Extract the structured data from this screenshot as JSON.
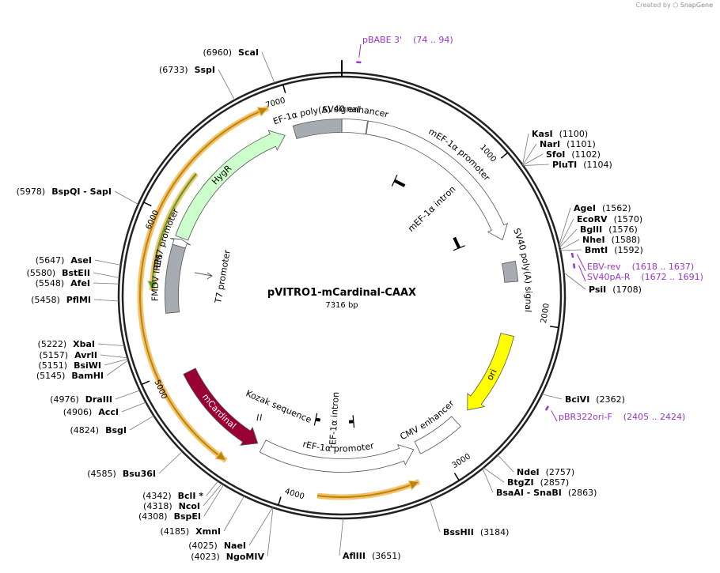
{
  "credit": {
    "prefix": "Created by",
    "brand": "SnapGene"
  },
  "title": "pVITRO1-mCardinal-CAAX",
  "length_label": "7316 bp",
  "total_bp": 7316,
  "ticks": [
    {
      "bp": 1000,
      "label": "1000"
    },
    {
      "bp": 2000,
      "label": "2000"
    },
    {
      "bp": 3000,
      "label": "3000"
    },
    {
      "bp": 4000,
      "label": "4000"
    },
    {
      "bp": 5000,
      "label": "5000"
    },
    {
      "bp": 6000,
      "label": "6000"
    },
    {
      "bp": 7000,
      "label": "7000"
    }
  ],
  "features": [
    {
      "name": "EF-1α poly(A) signal",
      "start": 6990,
      "end": 7316,
      "type": "polyA",
      "color": "#a7acb3",
      "strand": "none"
    },
    {
      "name": "SV40 enhancer",
      "start": 1,
      "end": 170,
      "type": "enhancer",
      "color": "#ffffff",
      "strand": "none"
    },
    {
      "name": "mEF-1α promoter",
      "start": 175,
      "end": 1440,
      "type": "promoter",
      "color": "#ffffff",
      "strand": "fwd"
    },
    {
      "name": "SV40 poly(A) signal",
      "start": 1600,
      "end": 1735,
      "type": "polyA",
      "color": "#a7acb3",
      "strand": "none"
    },
    {
      "name": "ori",
      "start": 2100,
      "end": 2690,
      "type": "ori",
      "color": "#ffff00",
      "strand": "fwd"
    },
    {
      "name": "CMV enhancer",
      "start": 2800,
      "end": 3120,
      "type": "enhancer",
      "color": "#ffffff",
      "strand": "none"
    },
    {
      "name": "rEF-1α promoter",
      "start": 3150,
      "end": 4220,
      "type": "promoter",
      "color": "#ffffff",
      "strand": "rev"
    },
    {
      "name": "mCardinal",
      "start": 4260,
      "end": 4950,
      "type": "cds",
      "color": "#990033",
      "strand": "rev"
    },
    {
      "name": "FMDV IRES",
      "start": 5370,
      "end": 5830,
      "type": "ires",
      "color": "#a7acb3",
      "strand": "none"
    },
    {
      "name": "EM7 promoter",
      "start": 5830,
      "end": 5880,
      "type": "promoter",
      "color": "#ffffff",
      "strand": "fwd"
    },
    {
      "name": "HygR",
      "start": 5890,
      "end": 6920,
      "type": "cds",
      "color": "#ccffcc",
      "strand": "fwd"
    }
  ],
  "inner_labels": [
    {
      "name": "mEF-1α intron",
      "bp_start": 500,
      "bp_end": 1380
    },
    {
      "name": "rEF-1α intron",
      "bp_start": 3550,
      "bp_end": 3900
    },
    {
      "name": "Kozak sequence",
      "bp": 4330
    },
    {
      "name": "T7 promoter",
      "bp": 5730
    }
  ],
  "sites": [
    {
      "name": "ScaI",
      "pos": "(6960)",
      "bp": 6960
    },
    {
      "name": "SspI",
      "pos": "(6733)",
      "bp": 6733
    },
    {
      "name": "KasI",
      "pos": "(1100)",
      "bp": 1100
    },
    {
      "name": "NarI",
      "pos": "(1101)",
      "bp": 1101
    },
    {
      "name": "SfoI",
      "pos": "(1102)",
      "bp": 1102
    },
    {
      "name": "PluTI",
      "pos": "(1104)",
      "bp": 1104
    },
    {
      "name": "AgeI",
      "pos": "(1562)",
      "bp": 1562
    },
    {
      "name": "EcoRV",
      "pos": "(1570)",
      "bp": 1570
    },
    {
      "name": "BglII",
      "pos": "(1576)",
      "bp": 1576
    },
    {
      "name": "NheI",
      "pos": "(1588)",
      "bp": 1588
    },
    {
      "name": "BmtI",
      "pos": "(1592)",
      "bp": 1592
    },
    {
      "name": "PsiI",
      "pos": "(1708)",
      "bp": 1708
    },
    {
      "name": "BciVI",
      "pos": "(2362)",
      "bp": 2362
    },
    {
      "name": "NdeI",
      "pos": "(2757)",
      "bp": 2757
    },
    {
      "name": "BtgZI",
      "pos": "(2857)",
      "bp": 2857
    },
    {
      "name": "BsaAI - SnaBI",
      "pos": "(2863)",
      "bp": 2863
    },
    {
      "name": "BssHII",
      "pos": "(3184)",
      "bp": 3184
    },
    {
      "name": "AflIII",
      "pos": "(3651)",
      "bp": 3651
    },
    {
      "name": "NgoMIV",
      "pos": "(4023)",
      "bp": 4023
    },
    {
      "name": "NaeI",
      "pos": "(4025)",
      "bp": 4025
    },
    {
      "name": "XmnI",
      "pos": "(4185)",
      "bp": 4185
    },
    {
      "name": "BspEI",
      "pos": "(4308)",
      "bp": 4308
    },
    {
      "name": "NcoI",
      "pos": "(4318)",
      "bp": 4318
    },
    {
      "name": "BclI *",
      "pos": "(4342)",
      "bp": 4342
    },
    {
      "name": "Bsu36I",
      "pos": "(4585)",
      "bp": 4585
    },
    {
      "name": "BsgI",
      "pos": "(4824)",
      "bp": 4824
    },
    {
      "name": "AccI",
      "pos": "(4906)",
      "bp": 4906
    },
    {
      "name": "DraIII",
      "pos": "(4976)",
      "bp": 4976
    },
    {
      "name": "BamHI",
      "pos": "(5145)",
      "bp": 5145
    },
    {
      "name": "BsiWI",
      "pos": "(5151)",
      "bp": 5151
    },
    {
      "name": "AvrII",
      "pos": "(5157)",
      "bp": 5157
    },
    {
      "name": "XbaI",
      "pos": "(5222)",
      "bp": 5222
    },
    {
      "name": "PflMI",
      "pos": "(5458)",
      "bp": 5458
    },
    {
      "name": "AfeI",
      "pos": "(5548)",
      "bp": 5548
    },
    {
      "name": "BstEII",
      "pos": "(5580)",
      "bp": 5580
    },
    {
      "name": "AseI",
      "pos": "(5647)",
      "bp": 5647
    },
    {
      "name": "BspQI - SapI",
      "pos": "(5978)",
      "bp": 5978
    }
  ],
  "primers": [
    {
      "name": "pBABE 3'",
      "range": "(74 .. 94)",
      "bp": 84
    },
    {
      "name": "EBV-rev",
      "range": "(1618 .. 1637)",
      "bp": 1627
    },
    {
      "name": "SV40pA-R",
      "range": "(1672 .. 1691)",
      "bp": 1681
    },
    {
      "name": "pBR322ori-F",
      "range": "(2405 .. 2424)",
      "bp": 2414
    }
  ],
  "colors": {
    "backbone": "#222222",
    "orf_orange": "#f5c26b",
    "orf_core": "#b8860b",
    "orf_green": "#4d9d2a",
    "primer": "#9933cc",
    "site_line": "#777777"
  }
}
